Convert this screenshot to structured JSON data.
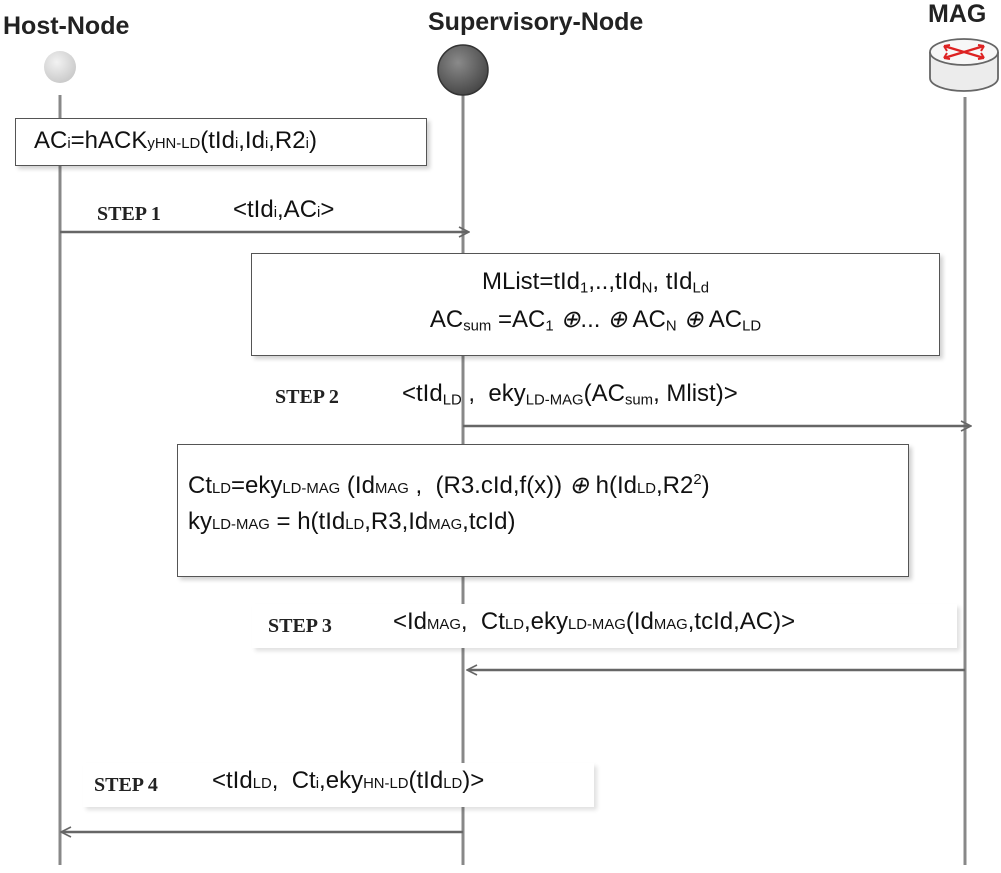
{
  "actors": {
    "host": {
      "title": "Host-Node"
    },
    "supervisory": {
      "title": "Supervisory-Node"
    },
    "mag": {
      "title": "MAG",
      "icon": "router-icon"
    }
  },
  "boxes": {
    "host_ac": "ACi=hACKyHN-LD(tIdi,Idi,R2i)",
    "mlist_line1": "MList=tId1,..,tIdN, tIdLd",
    "mlist_line2": "ACsum =AC1 ⊕... ⊕ ACN ⊕ ACLD",
    "ct_line1": "CtLD=ekyLD-MAG (IdMAG , (R3.cId,f(x)) ⊕ h(IdLD,R2^2)",
    "ct_line2": "kyLD-MAG = h(tIdLD,R3,IdMAG,tcId)"
  },
  "steps": [
    {
      "label": "STEP 1",
      "message": "<tIdi,ACi>",
      "from": "host",
      "to": "supervisory"
    },
    {
      "label": "STEP 2",
      "message": "<tIdLD , ekyLD-MAG(ACsum, Mlist)>",
      "from": "supervisory",
      "to": "mag"
    },
    {
      "label": "STEP 3",
      "message": "<IdMAG, CtLD,ekyLD-MAG(IdMAG,tcId,AC)>",
      "from": "mag",
      "to": "supervisory"
    },
    {
      "label": "STEP 4",
      "message": "<tIdLD, Cti,ekyHN-LD(tIdLD)>",
      "from": "supervisory",
      "to": "host"
    }
  ],
  "colors": {
    "host_node": "#d8d8d8",
    "supervisory_node": "#6e6e6e",
    "lifeline": "#888888",
    "arrow": "#666666"
  }
}
